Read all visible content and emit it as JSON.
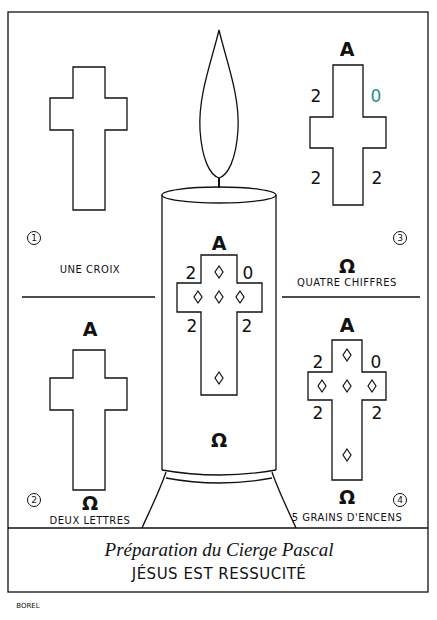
{
  "diagram": {
    "title": "Préparation du Cierge Pascal",
    "caption": "JÉSUS EST RESSUCITÉ",
    "labels": [
      "1",
      "UNE CROIX",
      "A",
      "Ω",
      "2",
      "DEUX LETTRES",
      "A",
      "2",
      "0",
      "2",
      "2",
      "3",
      "Ω",
      "QUATRE CHIFFRES",
      "A",
      "2",
      "0",
      "2",
      "2",
      "Ω",
      "4",
      "5 GRAINS D'ENCENS",
      "A",
      "2",
      "0",
      "2",
      "2",
      "Ω",
      "BOREL"
    ]
  }
}
